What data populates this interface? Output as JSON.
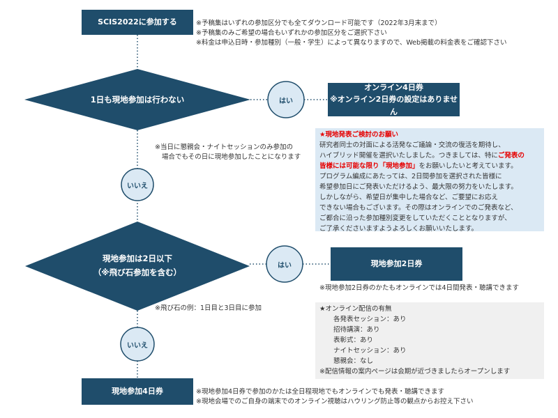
{
  "start_box": "SCIS2022に参加する",
  "start_notes": [
    "※予稿集はいずれの参加区分でも全てダウンロード可能です（2022年3月末まで）",
    "※予稿集のみご希望の場合もいずれかの参加区分をご選択下さい",
    "※料金は申込日時・参加種別（一般・学生）によって異なりますので、Web掲載の料金表をご確認下さい"
  ],
  "decision1": {
    "label": "1日も現地参加は行わない"
  },
  "yes_label": "はい",
  "no_label": "いいえ",
  "online_box": {
    "line1": "オンライン4日券",
    "line2": "※オンライン2日券の設定はありません"
  },
  "decision1_notes": [
    "※当日に懇親会・ナイトセッションのみ参加の",
    "場合でもその日に現地参加したことになります"
  ],
  "request_panel": {
    "title": "★現地発表ご検討のお願い",
    "line1": "研究者同士の対面による活発なご議論・交流の復活を期待し、",
    "line2": "ハイブリッド開催を選択いたしました。つきましては、特に",
    "line2_red": "ご発表の",
    "line3_red_a": "皆様には可能な限り",
    "line3_red_b": "「現地参加」",
    "line3_rest": "をお願いしたいと考えています。",
    "line4": "プログラム編成にあたっては、2日間参加を選択された皆様に",
    "line5": "希望参加日にご発表いただけるよう、最大限の努力をいたします。",
    "line6": "しかしながら、希望日が集中した場合など、ご要望にお応え",
    "line7": "できない場合もございます。その際はオンラインでのご発表など、",
    "line8": "ご都合に沿った参加種別変更をしていただくこととなりますが、",
    "line9": "ご了承くださいますようよろしくお願いいたします。"
  },
  "decision2": {
    "line1": "現地参加は2日以下",
    "line2": "（※飛び石参加を含む）"
  },
  "twoday_box": "現地参加2日券",
  "twoday_note": "※現地参加2日券のかたもオンラインでは4日間発表・聴講できます",
  "decision2_note": "※飛び石の例：1日目と3日目に参加",
  "online_panel": {
    "title": "★オンライン配信の有無",
    "items": [
      "各発表セッション：あり",
      "招待講演：あり",
      "表彰式：あり",
      "ナイトセッション：あり",
      "懇親会：なし"
    ],
    "footer": "※配信情報の案内ページは会期が近づきましたらオープンします"
  },
  "fourday_box": "現地参加4日券",
  "fourday_notes": [
    "※現地参加4日券で参加のかたは全日程現地でもオンラインでも発表・聴講できます",
    "※現地会場でのご自身の端末でのオンライン視聴はハウリング防止等の観点からお控え下さい"
  ],
  "colors": {
    "navy": "#1f4d6b",
    "circle_fill": "#dbe9f4",
    "note_blue_bg": "#dbe9f4",
    "note_grey_bg": "#f0f0f0",
    "emphasis_red": "#e60000"
  }
}
